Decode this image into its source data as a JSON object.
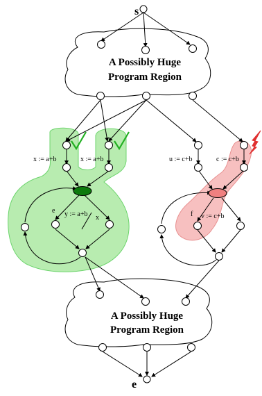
{
  "nodes": {
    "start": "s",
    "end": "e"
  },
  "regions": {
    "top": {
      "line1": "A Possibly Huge",
      "line2": "Program Region"
    },
    "bottom": {
      "line1": "A Possibly Huge",
      "line2": "Program Region"
    }
  },
  "labels": {
    "assign_x_left": "x := a+b",
    "assign_x_right": "x := a+b",
    "assign_y": "y := a+b",
    "edge_e": "e",
    "edge_x": "x",
    "assign_u": "u := c+b",
    "assign_c": "c := c+b",
    "edge_f": "f",
    "assign_v": "v := c+b"
  },
  "colors": {
    "green_region_fill": "#b8ecb0",
    "green_region_stroke": "#6cd46c",
    "green_check": "#22b022",
    "green_node": "#0d7a0d",
    "red_region_fill": "#f7c0c0",
    "red_region_stroke": "#e89090",
    "red_lightning": "#e03030",
    "red_node": "#f08080"
  }
}
